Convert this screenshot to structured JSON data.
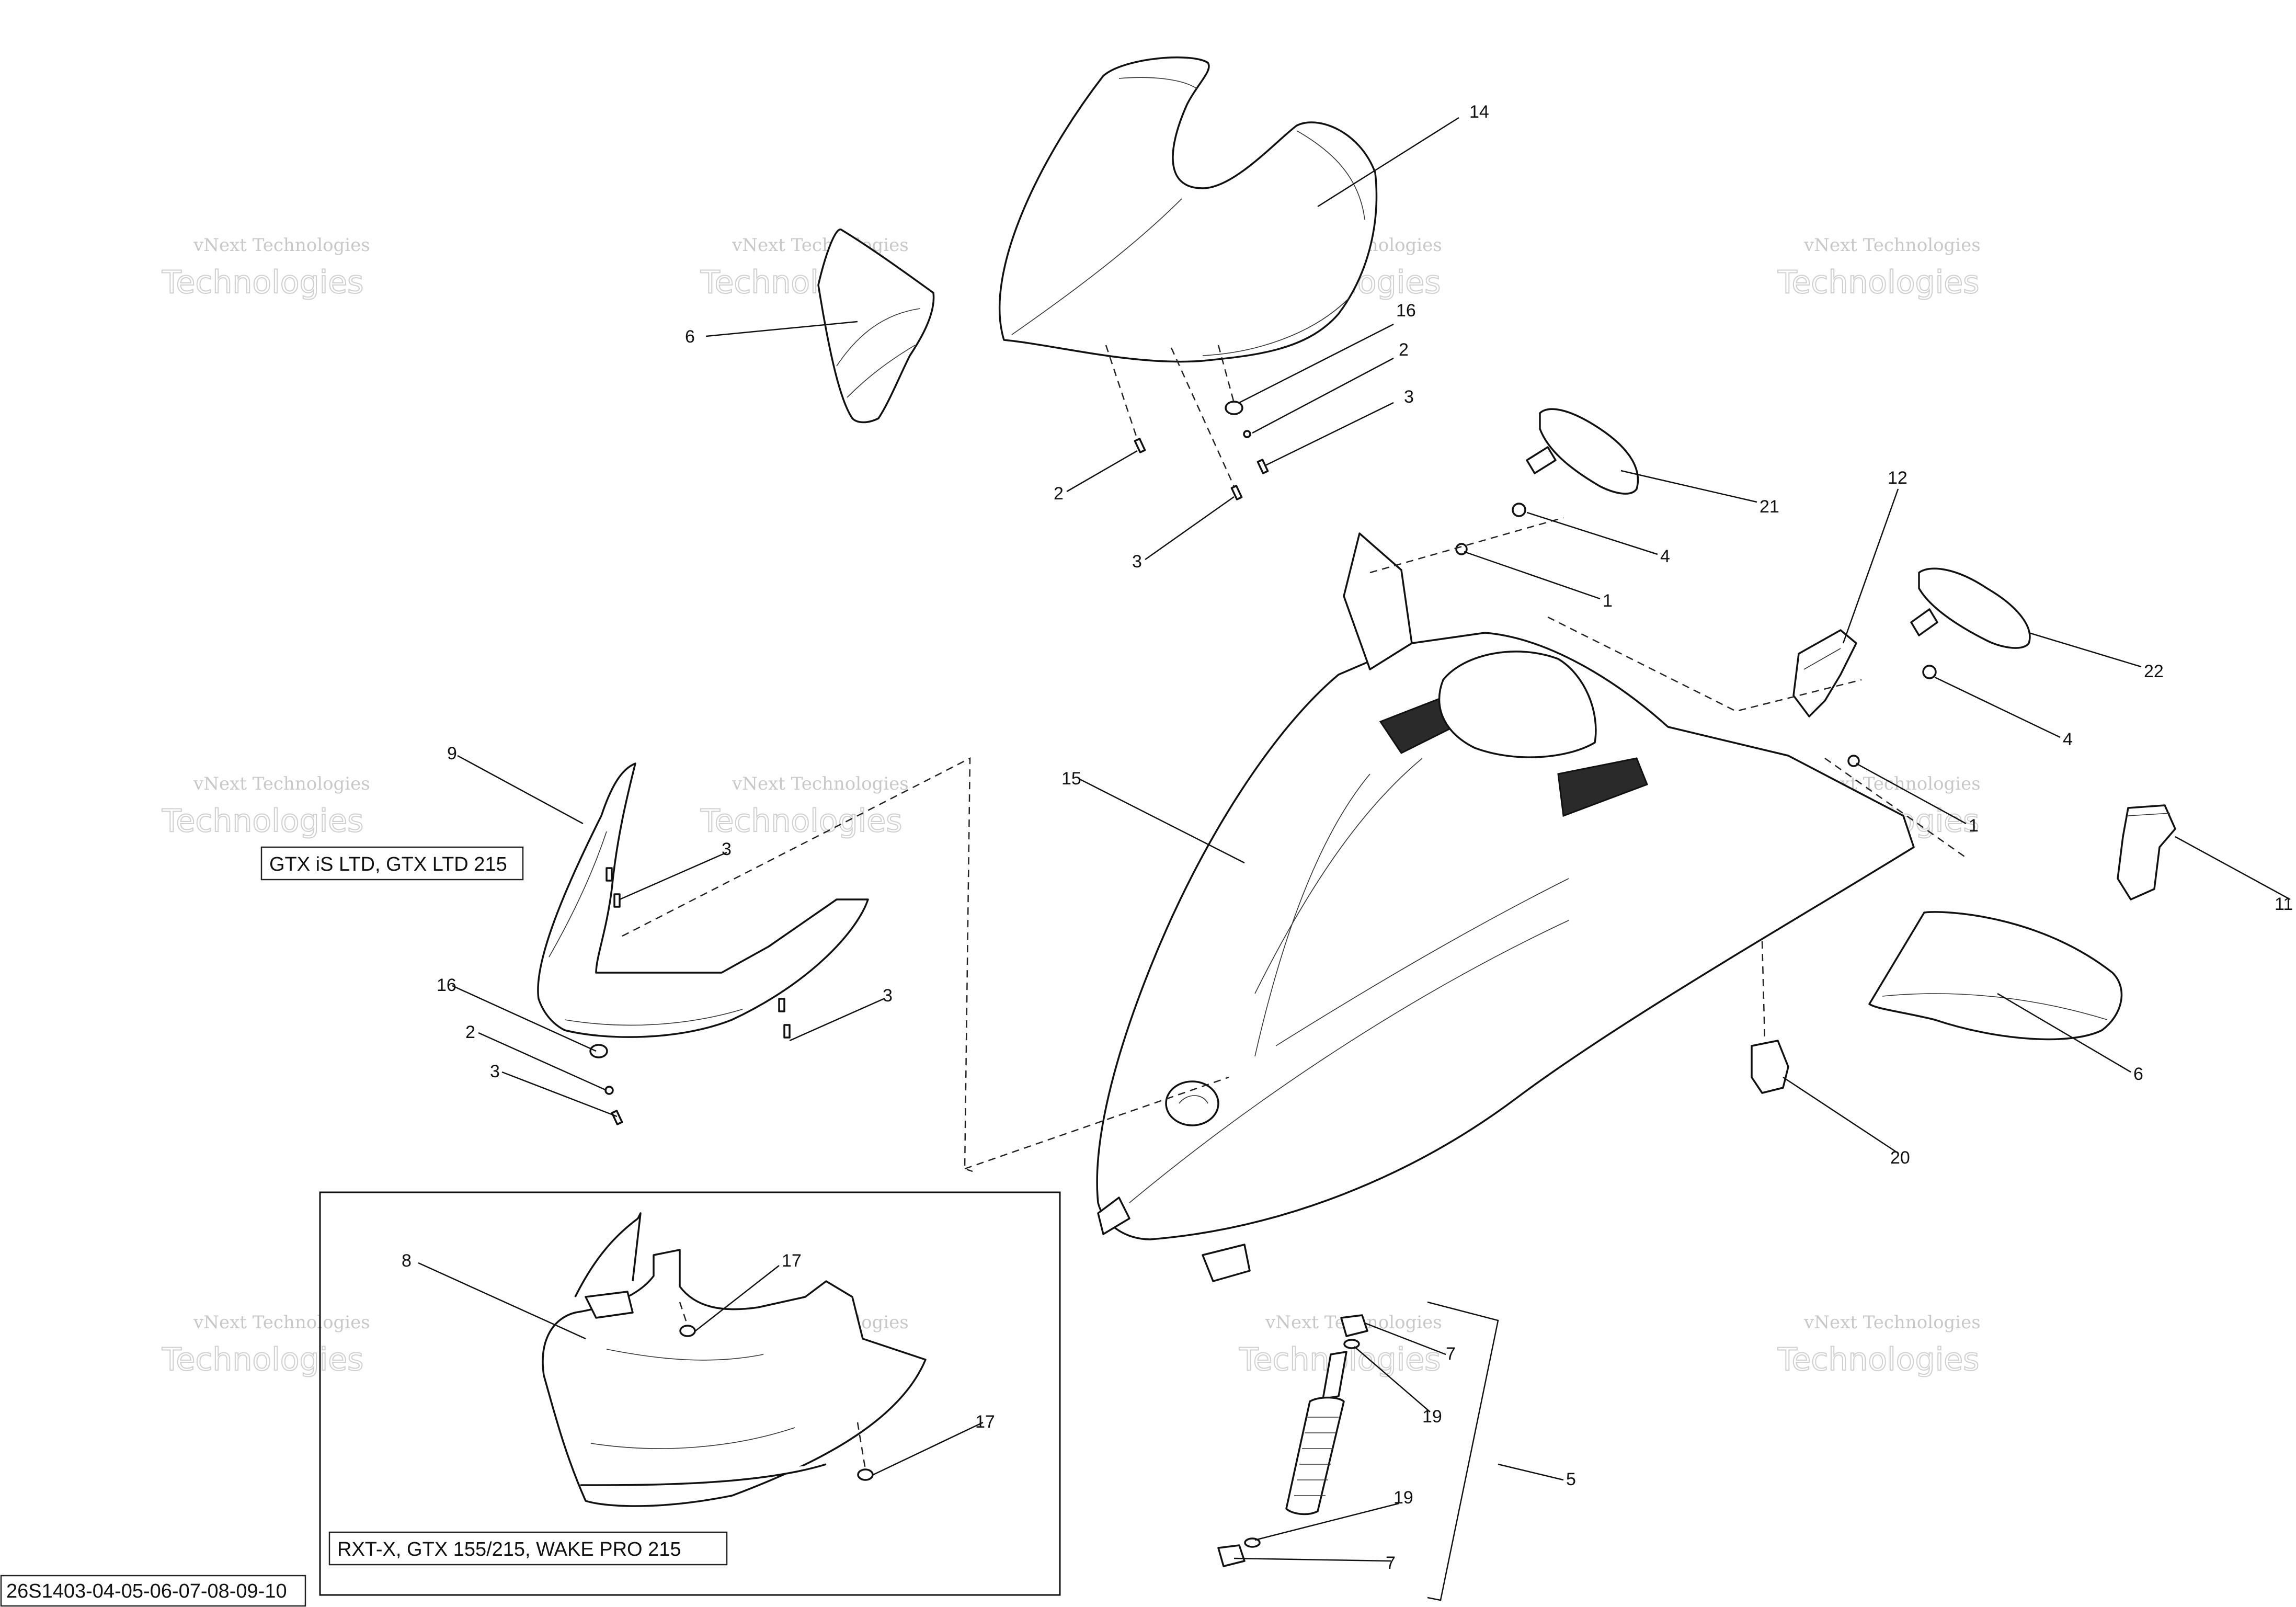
{
  "diagram_code": "26S1403-04-05-06-07-08-09-10",
  "variant_labels": {
    "upper": "GTX iS LTD, GTX LTD 215",
    "lower": "RXT-X, GTX 155/215, WAKE PRO 215"
  },
  "watermark": {
    "small": "vNext Technologies",
    "large": "Technologies"
  },
  "callouts": {
    "c14": "14",
    "c6a": "6",
    "c16a": "16",
    "c2a": "2",
    "c3a": "3",
    "c2b": "2",
    "c3b": "3",
    "c21": "21",
    "c4a": "4",
    "c1a": "1",
    "c12": "12",
    "c22": "22",
    "c4b": "4",
    "c1b": "1",
    "c11": "11",
    "c15": "15",
    "c9": "9",
    "c3c": "3",
    "c3d": "3",
    "c16b": "16",
    "c2c": "2",
    "c3e": "3",
    "c6b": "6",
    "c20": "20",
    "c8": "8",
    "c17a": "17",
    "c17b": "17",
    "c7a": "7",
    "c19a": "19",
    "c5": "5",
    "c19b": "19",
    "c7b": "7"
  }
}
